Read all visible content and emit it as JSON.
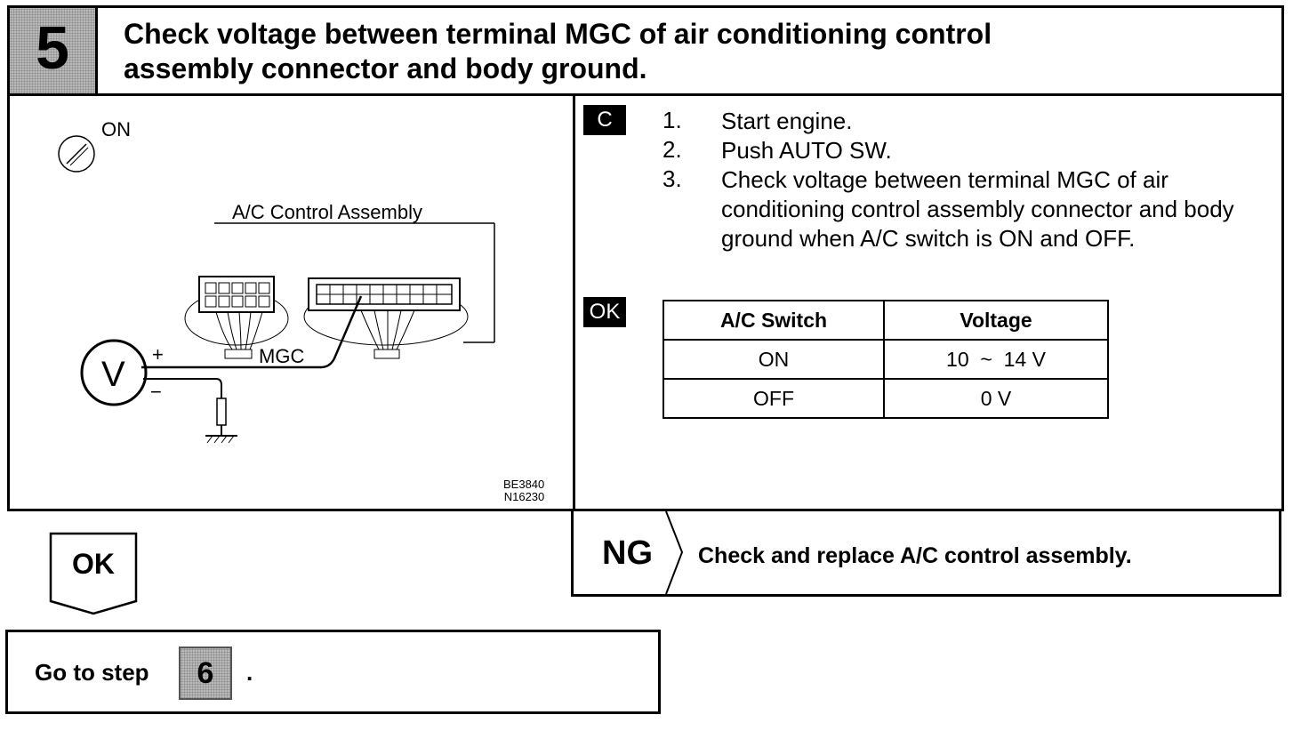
{
  "header": {
    "step_number": "5",
    "title_line1": "Check voltage between terminal MGC of air conditioning control",
    "title_line2": "assembly connector and body ground."
  },
  "diagram": {
    "ignition_label": "ON",
    "assembly_label": "A/C Control Assembly",
    "terminal_label": "MGC",
    "meter_label": "V",
    "plus_label": "+",
    "minus_label": "−",
    "fig_id_1": "BE3840",
    "fig_id_2": "N16230"
  },
  "condition_badge": "C",
  "ok_badge": "OK",
  "steps": [
    {
      "num": "1.",
      "text": "Start engine."
    },
    {
      "num": "2.",
      "text": "Push AUTO SW."
    },
    {
      "num": "3.",
      "text": "Check voltage between terminal MGC of air conditioning control assembly connector and body ground when A/C switch is ON and OFF."
    }
  ],
  "table": {
    "headers": [
      "A/C Switch",
      "Voltage"
    ],
    "rows": [
      [
        "ON",
        "10  ~  14 V"
      ],
      [
        "OFF",
        "0 V"
      ]
    ]
  },
  "ng": {
    "label": "NG",
    "text": "Check and replace A/C control assembly."
  },
  "ok_result": {
    "label": "OK",
    "goto_text": "Go to step",
    "goto_step": "6",
    "goto_suffix": "."
  }
}
